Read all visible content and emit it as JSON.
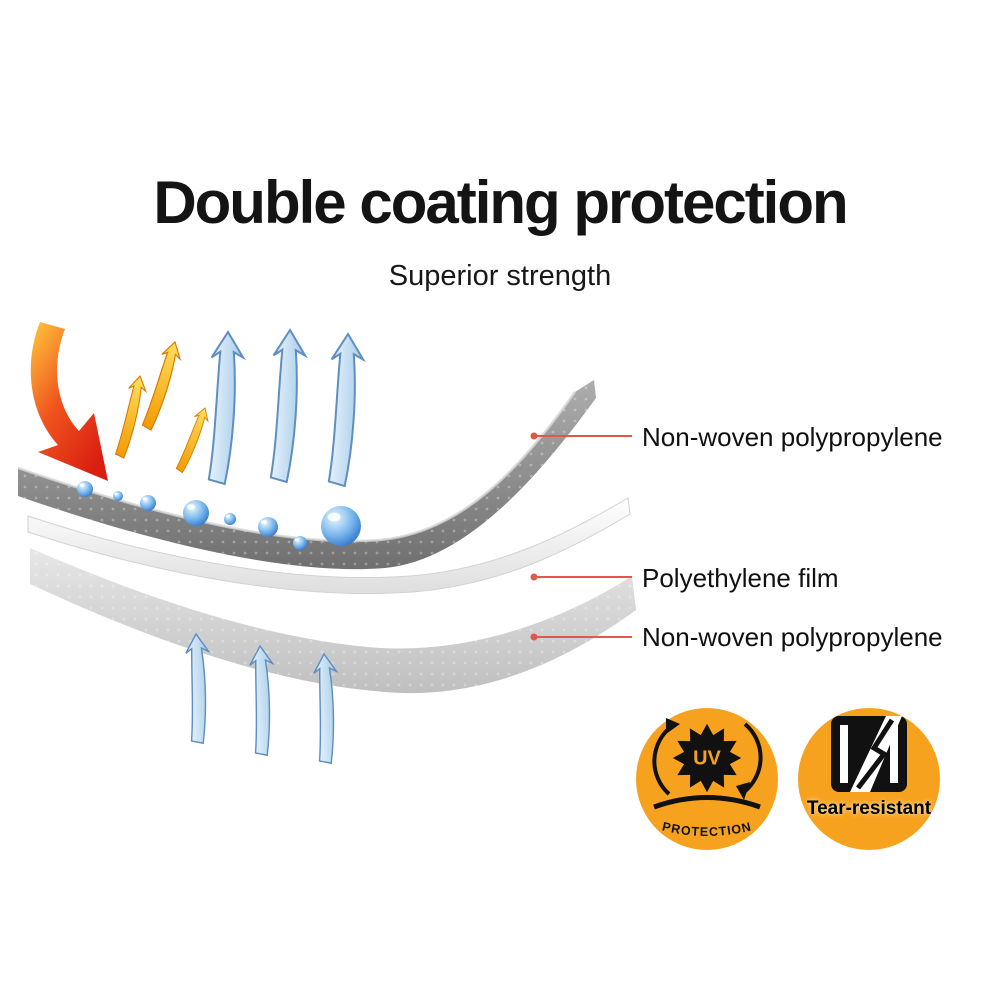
{
  "title": "Double coating protection",
  "subtitle": "Superior strength",
  "callouts": [
    {
      "text": "Non-woven polypropylene"
    },
    {
      "text": "Polyethylene film"
    },
    {
      "text": "Non-woven polypropylene"
    }
  ],
  "badges": {
    "uv": {
      "label": "UV",
      "sub": "PROTECTION"
    },
    "tear": {
      "label": "Tear-resistant"
    }
  },
  "icons": {
    "uv_sun": "uv-sun-icon",
    "rotation_arrows": "rotation-arrows-icon",
    "tear_square": "tear-square-icon",
    "water_droplet": "water-droplet-icon",
    "airflow_arrow": "airflow-arrow-icon",
    "heat_arrow": "heat-arrow-icon"
  },
  "colors": {
    "badge_orange": "#F6A21E",
    "leader_red": "#E2574C",
    "uv_text_orange": "#F6A21E",
    "arrow_blue_light": "#CDE3F5",
    "arrow_blue_dark": "#5E8FC0",
    "sheet_gray_dark": "#8C8C8C",
    "sheet_gray_light": "#DCDCDC",
    "title_black": "#141414"
  }
}
